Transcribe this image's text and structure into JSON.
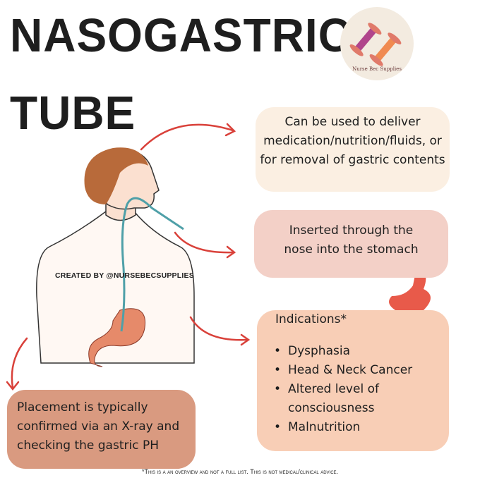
{
  "title_line1": "NASOGASTRIC",
  "title_line2": "TUBE",
  "logo": {
    "text": "Nurse Bec Supplies"
  },
  "credit": "CREATED BY @NURSEBECSUPPLIES",
  "boxes": {
    "uses": "Can be used to deliver medication/nutrition/fluids, or for removal of gastric contents",
    "insertion": "Inserted through the nose into the stomach",
    "placement": "Placement is typically confirmed via an X-ray and checking the gastric PH"
  },
  "indications": {
    "heading": "Indications*",
    "items": [
      "Dysphasia",
      "Head & Neck Cancer",
      "Altered level of consciousness",
      "Malnutrition"
    ]
  },
  "footnote": "*This is a an overview and not a full list. This is not medical/clinical advice.",
  "colors": {
    "arrow": "#d9413a",
    "box_uses": "#fbefe2",
    "box_insertion": "#f3d0c7",
    "box_indications": "#f8ceb6",
    "box_placement": "#d99a80"
  }
}
